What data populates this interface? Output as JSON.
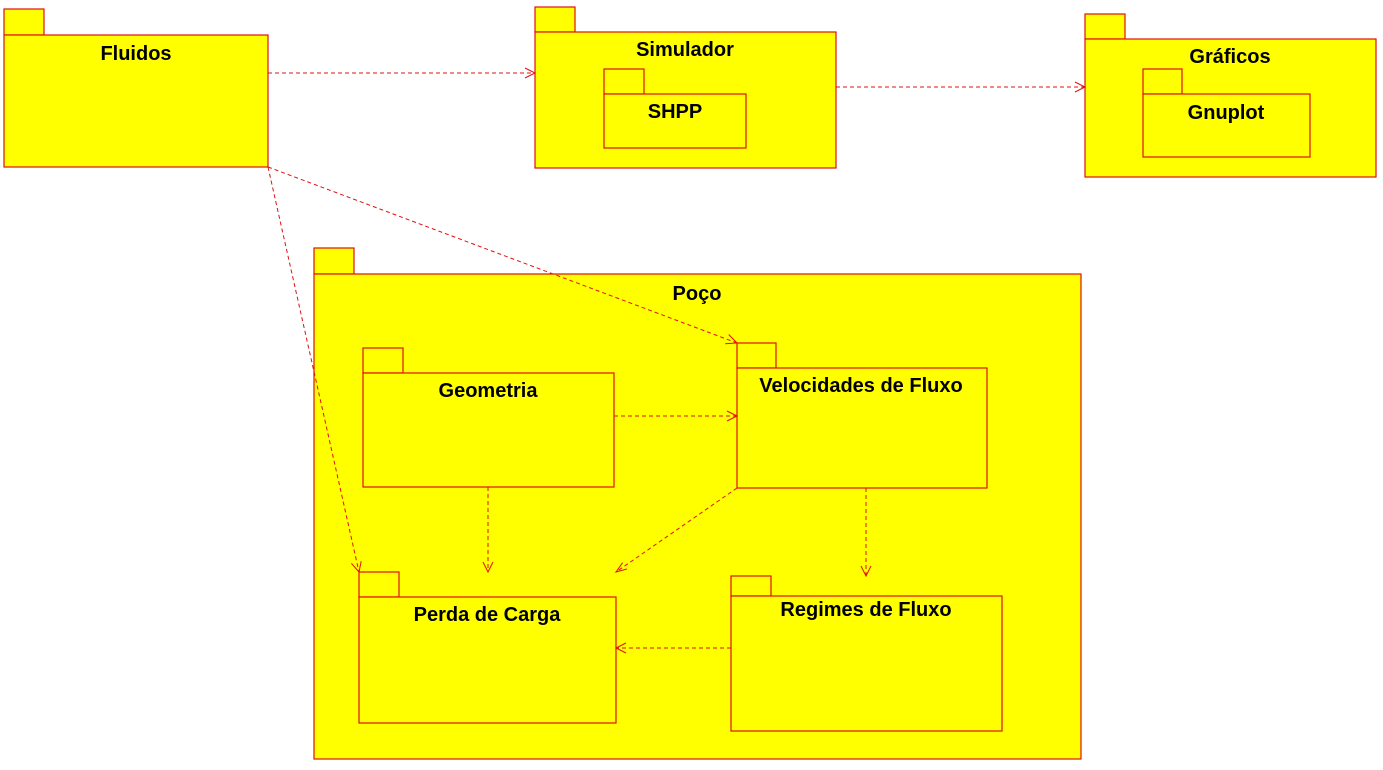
{
  "diagram": {
    "colors": {
      "package_fill": "#ffff00",
      "package_stroke": "#e01010",
      "text": "#000000"
    },
    "packages": {
      "fluidos": "Fluidos",
      "simulador": "Simulador",
      "shpp": "SHPP",
      "graficos": "Gráficos",
      "gnuplot": "Gnuplot",
      "poco": "Poço",
      "geometria": "Geometria",
      "velocidades": "Velocidades de Fluxo",
      "perda": "Perda de Carga",
      "regimes": "Regimes de Fluxo"
    },
    "dependencies": [
      {
        "from": "Fluidos",
        "to": "Simulador"
      },
      {
        "from": "Simulador",
        "to": "Gráficos"
      },
      {
        "from": "Fluidos",
        "to": "Velocidades de Fluxo"
      },
      {
        "from": "Fluidos",
        "to": "Perda de Carga"
      },
      {
        "from": "Geometria",
        "to": "Velocidades de Fluxo"
      },
      {
        "from": "Geometria",
        "to": "Perda de Carga"
      },
      {
        "from": "Velocidades de Fluxo",
        "to": "Perda de Carga"
      },
      {
        "from": "Velocidades de Fluxo",
        "to": "Regimes de Fluxo"
      },
      {
        "from": "Regimes de Fluxo",
        "to": "Perda de Carga"
      }
    ]
  }
}
